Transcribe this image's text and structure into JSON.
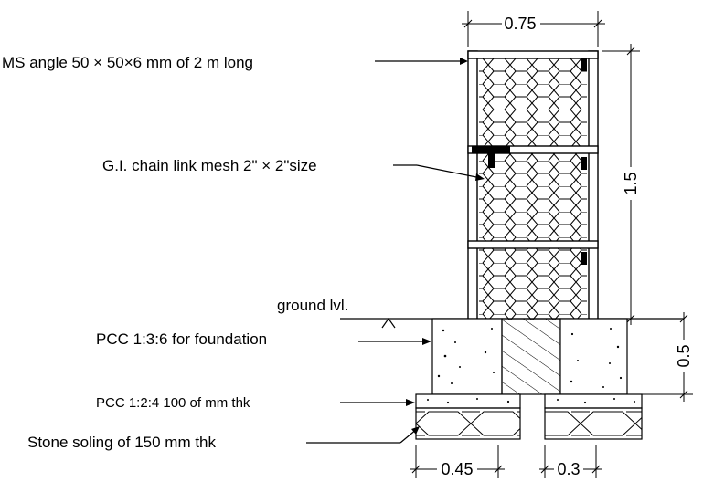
{
  "labels": {
    "ms_angle": "MS angle 50 × 50×6 mm of 2 m long",
    "chain_link": "G.I. chain link mesh 2\" × 2\"size",
    "ground_level": "ground lvl.",
    "pcc_foundation": "PCC 1:3:6 for foundation",
    "pcc_base": "PCC 1:2:4 100 of mm thk",
    "stone_soling": "Stone soling of 150 mm thk"
  },
  "dimensions": {
    "top_width": "0.75",
    "height": "1.5",
    "foundation_depth": "0.5",
    "footing_width": "0.45",
    "gap_width": "0.3"
  }
}
